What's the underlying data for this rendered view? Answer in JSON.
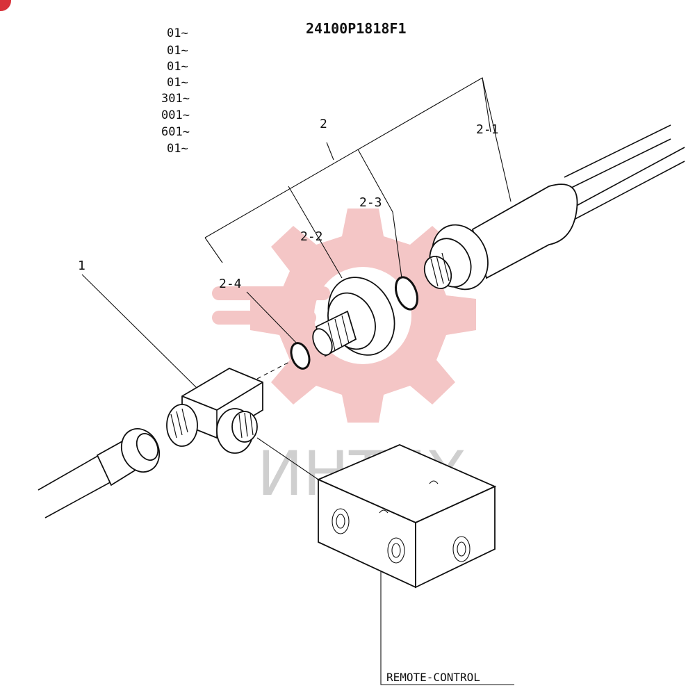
{
  "diagram": {
    "drawing_number": "24100P1818F1",
    "serial_codes": [
      "01~",
      "01~",
      "01~",
      "01~",
      "301~",
      "001~",
      "601~",
      "01~"
    ],
    "callouts": {
      "item_1": "1",
      "item_2": "2",
      "item_2_1": "2-1",
      "item_2_2": "2-2",
      "item_2_3": "2-3",
      "item_2_4": "2-4"
    },
    "remote_label": "REMOTE-CONTROL"
  },
  "watermark": {
    "text": "ИНТЕХ",
    "gear_color": "#f4c6c6",
    "text_color": "#cfcfcf"
  },
  "badge": {
    "color": "#d8323a"
  }
}
